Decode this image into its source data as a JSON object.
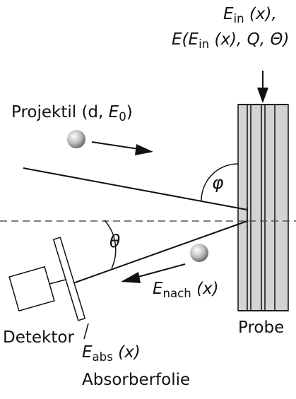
{
  "top_label": {
    "line1": {
      "E": "E",
      "sub": "in",
      "arg": "(x),",
      "cls": ""
    },
    "line2": {
      "prefix": "E(",
      "E": "E",
      "sub": "in",
      "rest": "(x), Q, Θ)"
    }
  },
  "projectile": {
    "text": "Projektil (d, ",
    "E": "E",
    "sub": "0",
    "close": ")"
  },
  "phi": "φ",
  "theta": "θ",
  "enach": {
    "E": "E",
    "sub": "nach",
    "arg": "(x)"
  },
  "probe": "Probe",
  "detector": "Detektor",
  "eabs": {
    "E": "E",
    "sub": "abs",
    "arg": "(x)"
  },
  "absorber": "Absorberfolie",
  "colors": {
    "probe_fill": "#d3d3d3",
    "ball_light": "#ffffff",
    "ball_dark": "#6e6e6e",
    "line": "#111111",
    "dash": "#555555"
  }
}
